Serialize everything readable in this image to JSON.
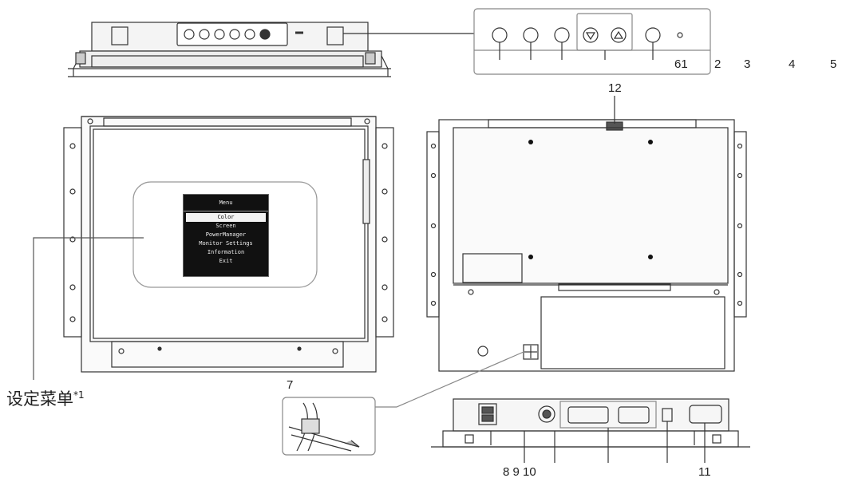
{
  "labels": {
    "l61": "61",
    "l2": "2",
    "l3": "3",
    "l4": "4",
    "l5": "5",
    "l12": "12",
    "l7": "7",
    "l8_9_10": "8 9 10",
    "l11": "11"
  },
  "settings_menu": {
    "label": "设定菜单",
    "footnote": "*1"
  },
  "osd": {
    "title": "Menu",
    "items": [
      "Color",
      "Screen",
      "PowerManager",
      "Monitor Settings",
      "Information",
      "Exit"
    ]
  }
}
